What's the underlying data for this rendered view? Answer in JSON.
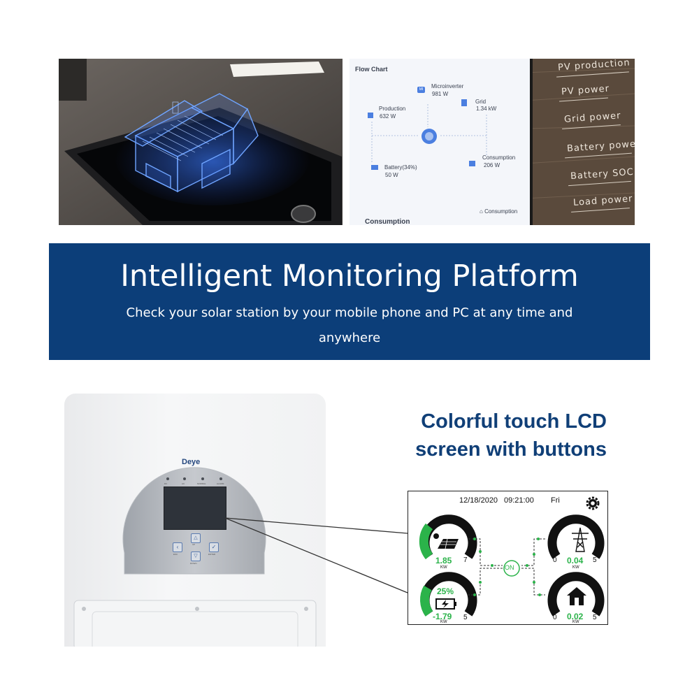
{
  "top_photos": {
    "app_screen": {
      "header": "Flow Chart",
      "microinverter_label": "Microinverter",
      "microinverter_value": "981 W",
      "production_label": "Production",
      "production_value": "632 W",
      "grid_label": "Grid",
      "grid_value": "1.34 kW",
      "battery_label": "Battery(34%)",
      "battery_value": "50 W",
      "consumption_label": "Consumption",
      "consumption_value": "206 W",
      "bottom_link": "Consumption",
      "bottom_heading": "Consumption",
      "mi_badge": "MI"
    },
    "side_labels": [
      "PV production",
      "PV power",
      "Grid power",
      "Battery power",
      "Battery SOC",
      "Load power"
    ]
  },
  "banner": {
    "title": "Intelligent Monitoring Platform",
    "subtitle": "Check your solar station by your mobile phone and PC at any time and anywhere",
    "background": "#0c3e79"
  },
  "inverter": {
    "brand": "Deye",
    "indicator_labels": [
      "DC",
      "AC",
      "NORMAL",
      "ALARM"
    ],
    "button_labels": [
      "ESC",
      "UP",
      "ENTER",
      "DOWN"
    ]
  },
  "feature": {
    "line1": "Colorful touch LCD",
    "line2": "screen with buttons",
    "color": "#103f77"
  },
  "lcd": {
    "date": "12/18/2020",
    "time": "09:21:00",
    "day": "Fri",
    "pv": {
      "value": "1.85",
      "unit": "KW",
      "max": "7"
    },
    "battery": {
      "soc": "25%",
      "value": "-1.79",
      "unit": "KW",
      "max": "5"
    },
    "grid": {
      "min": "0",
      "value": "0.04",
      "unit": "KW",
      "max": "5"
    },
    "load": {
      "min": "0",
      "value": "0.02",
      "unit": "KW",
      "max": "5"
    },
    "center": "ON",
    "accent": "#2bb34a"
  }
}
